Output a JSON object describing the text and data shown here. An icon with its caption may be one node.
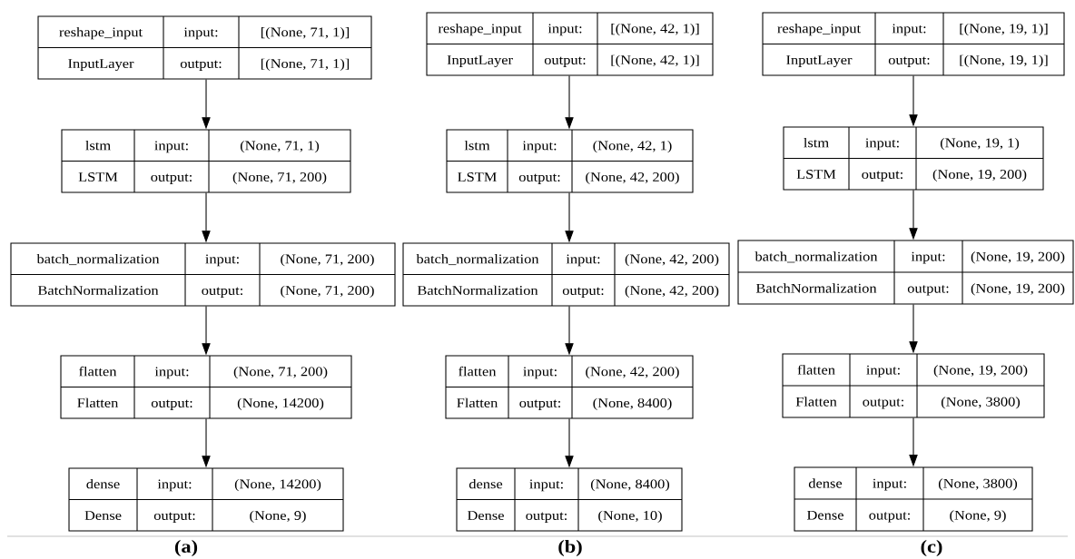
{
  "diagram": {
    "nodes": [
      {
        "text": [
          "reshape_input",
          "input:",
          "[(None, 71, 1)]",
          "InputLayer",
          "output:",
          "[(None, 71, 1)]"
        ]
      },
      {
        "text": [
          "lstm",
          "input:",
          "(None, 71, 1)",
          "LSTM",
          "output:",
          "(None, 71, 200)"
        ]
      },
      {
        "text": [
          "batch_normalization",
          "input:",
          "(None, 71, 200)",
          "BatchNormalization",
          "output:",
          "(None, 71, 200)"
        ]
      },
      {
        "text": [
          "flatten",
          "input:",
          "(None, 71, 200)",
          "Flatten",
          "output:",
          "(None, 14200)"
        ]
      },
      {
        "text": [
          "dense",
          "input:",
          "(None, 14200)",
          "Dense",
          "output:",
          "(None, 9)"
        ]
      },
      {
        "text": [
          "reshape_input",
          "input:",
          "[(None, 42, 1)]",
          "InputLayer",
          "output:",
          "[(None, 42, 1)]"
        ]
      },
      {
        "text": [
          "lstm",
          "input:",
          "(None, 42, 1)",
          "LSTM",
          "output:",
          "(None, 42, 200)"
        ]
      },
      {
        "text": [
          "batch_normalization",
          "input:",
          "(None, 42, 200)",
          "BatchNormalization",
          "output:",
          "(None, 42, 200)"
        ]
      },
      {
        "text": [
          "flatten",
          "input:",
          "(None, 42, 200)",
          "Flatten",
          "output:",
          "(None, 8400)"
        ]
      },
      {
        "text": [
          "dense",
          "input:",
          "(None, 8400)",
          "Dense",
          "output:",
          "(None, 10)"
        ]
      },
      {
        "text": [
          "reshape_input",
          "input:",
          "[(None, 19, 1)]",
          "InputLayer",
          "output:",
          "[(None, 19, 1)]"
        ]
      },
      {
        "text": [
          "lstm",
          "input:",
          "(None, 19, 1)",
          "LSTM",
          "output:",
          "(None, 19, 200)"
        ]
      },
      {
        "text": [
          "batch_normalization",
          "input:",
          "(None, 19, 200)",
          "BatchNormalization",
          "output:",
          "(None, 19, 200)"
        ]
      },
      {
        "text": [
          "flatten",
          "input:",
          "(None, 19, 200)",
          "Flatten",
          "output:",
          "(None, 3800)"
        ]
      },
      {
        "text": [
          "dense",
          "input:",
          "(None, 3800)",
          "Dense",
          "output:",
          "(None, 9)"
        ]
      }
    ],
    "edges": [
      {
        "from": 0,
        "to": 1,
        "arrow": "to"
      },
      {
        "from": 1,
        "to": 2,
        "arrow": "to"
      },
      {
        "from": 2,
        "to": 3,
        "arrow": "to"
      },
      {
        "from": 3,
        "to": 4,
        "arrow": "to"
      },
      {
        "from": 5,
        "to": 6,
        "arrow": "to"
      },
      {
        "from": 6,
        "to": 7,
        "arrow": "to"
      },
      {
        "from": 7,
        "to": 8,
        "arrow": "to"
      },
      {
        "from": 8,
        "to": 9,
        "arrow": "to"
      },
      {
        "from": 10,
        "to": 11,
        "arrow": "to"
      },
      {
        "from": 11,
        "to": 12,
        "arrow": "to"
      },
      {
        "from": 12,
        "to": 13,
        "arrow": "to"
      },
      {
        "from": 13,
        "to": 14,
        "arrow": "to"
      }
    ],
    "labels": [
      "(a)",
      "(b)",
      "(c)"
    ]
  }
}
